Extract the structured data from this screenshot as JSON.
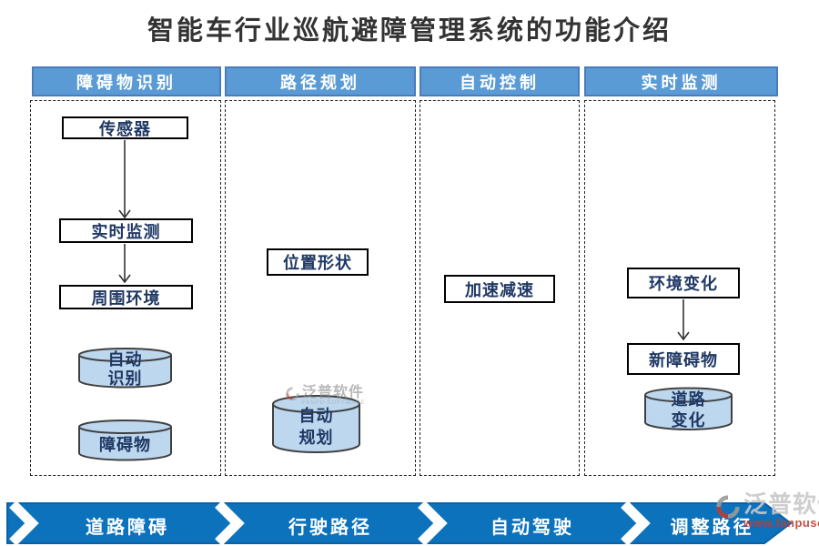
{
  "title": "智能车行业巡航避障管理系统的功能介绍",
  "columns": [
    {
      "header": "障碍物识别",
      "box1": "传感器",
      "box2": "实时监测",
      "box3": "周围环境",
      "cyl1_line1": "自动",
      "cyl1_line2": "识别",
      "cyl2_line1": "障碍物"
    },
    {
      "header": "路径规划",
      "box1": "位置形状",
      "cyl1_line1": "自动",
      "cyl1_line2": "规划"
    },
    {
      "header": "自动控制",
      "box1": "加速减速"
    },
    {
      "header": "实时监测",
      "box1": "环境变化",
      "box2": "新障碍物",
      "cyl1_line1": "道路",
      "cyl1_line2": "变化"
    }
  ],
  "process_banner": {
    "steps": [
      "道路障碍",
      "行驶路径",
      "自动驾驶",
      "调整路径"
    ]
  },
  "watermarks": {
    "center": {
      "text": "泛普软件",
      "subtext": "FANPU SOFTWARE"
    },
    "bottom_right": {
      "text": "泛普软件",
      "subtext": "www.fanpusoft.com"
    }
  },
  "colors": {
    "header_fill": "#5B9BD5",
    "box_text": "#1F3864",
    "cylinder_fill": "#BDD7EE",
    "banner_fill": "#0C72BC",
    "watermark_red": "#C23B2E",
    "title_text": "#333333"
  }
}
